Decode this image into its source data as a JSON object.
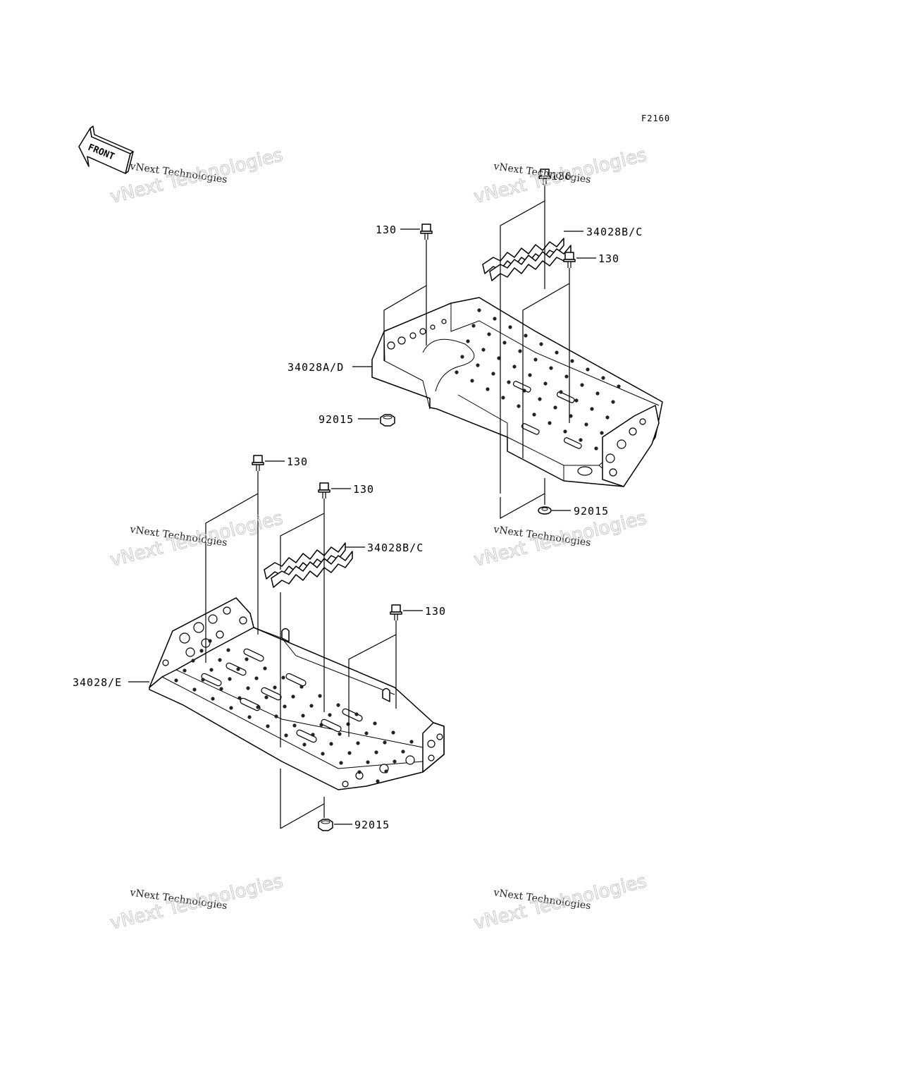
{
  "diagram_code": "F2160",
  "front_label": "FRONT",
  "watermark": {
    "line1": "vNext Technologies",
    "line2": "vNext Technologies"
  },
  "labels": {
    "upper_bolt_left": "130",
    "upper_bolt_top": "130",
    "upper_bolt_right": "130",
    "upper_tread": "34028B/C",
    "upper_plate": "34028A/D",
    "upper_nut_left": "92015",
    "upper_nut_bottom": "92015",
    "lower_bolt_left": "130",
    "lower_bolt_mid": "130",
    "lower_bolt_right": "130",
    "lower_tread": "34028B/C",
    "lower_plate": "34028/E",
    "lower_nut": "92015"
  }
}
